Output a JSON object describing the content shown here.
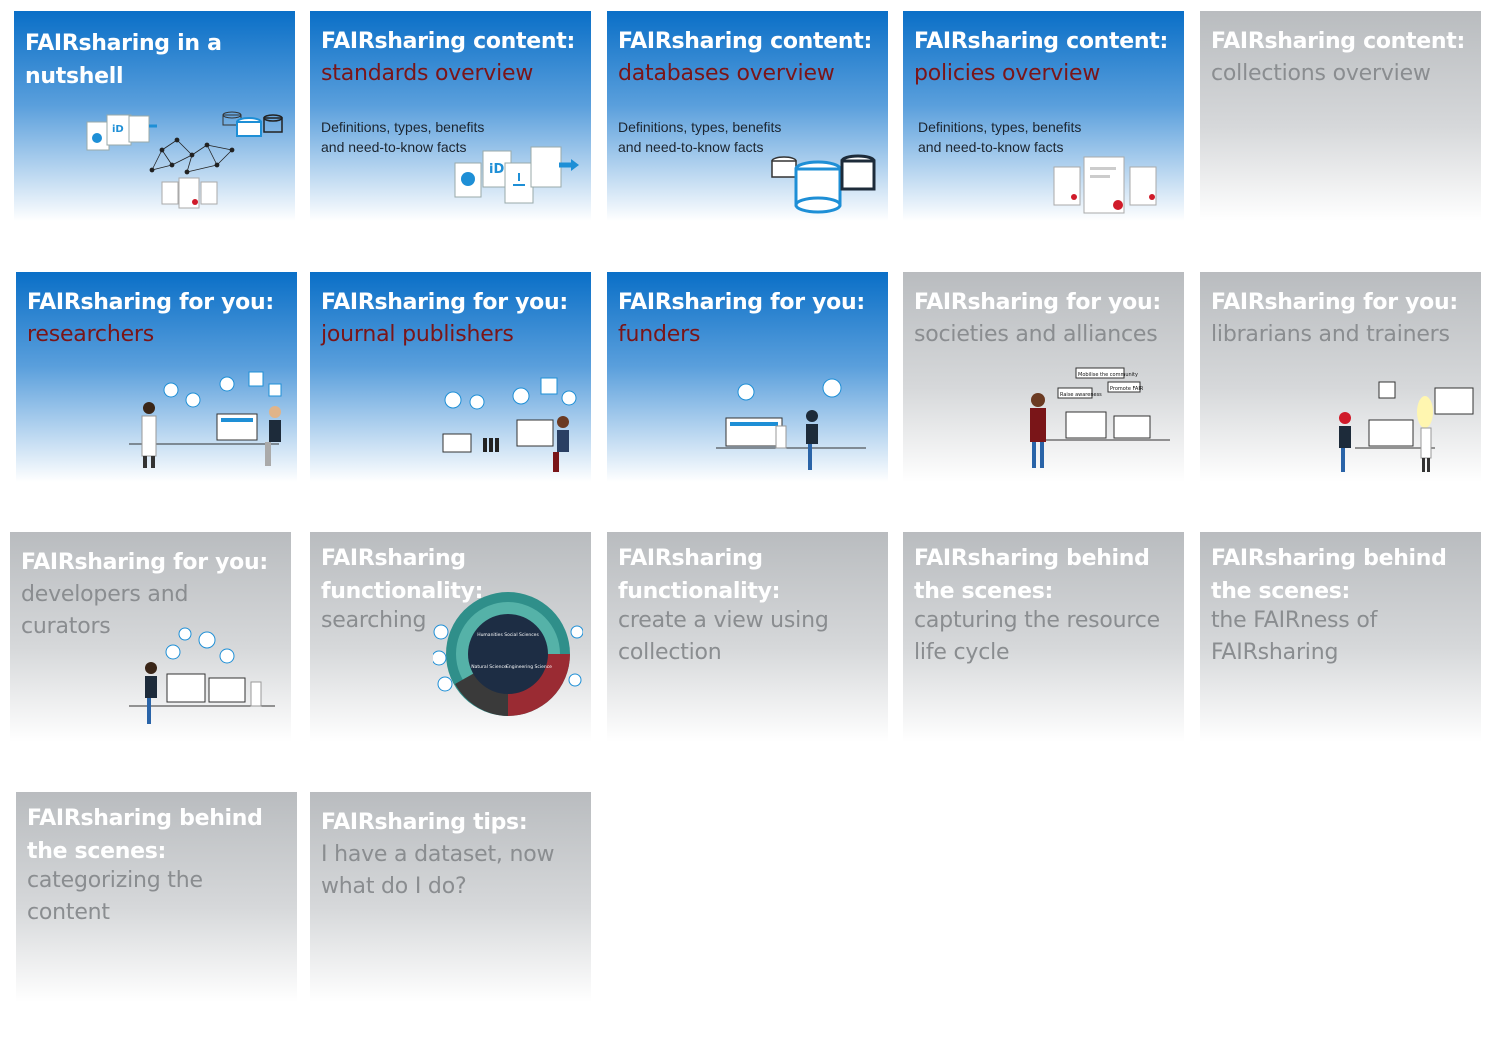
{
  "tiles": [
    {
      "title": "FAIRsharing in a nutshell",
      "subtitle": "",
      "desc1": "",
      "desc2": "",
      "style": "blue",
      "icon": "network-graph-icon"
    },
    {
      "title": "FAIRsharing content:",
      "subtitle": "standards overview",
      "desc1": "Definitions, types, benefits",
      "desc2": "and need-to-know facts",
      "style": "blue",
      "icon": "standards-documents-icon"
    },
    {
      "title": "FAIRsharing content:",
      "subtitle": "databases overview",
      "desc1": "Definitions, types, benefits",
      "desc2": "and need-to-know facts",
      "style": "blue",
      "icon": "database-icon"
    },
    {
      "title": "FAIRsharing content:",
      "subtitle": "policies overview",
      "desc1": "Definitions, types, benefits",
      "desc2": "and need-to-know facts",
      "style": "blue",
      "icon": "policy-documents-icon"
    },
    {
      "title": "FAIRsharing content:",
      "subtitle": "collections overview",
      "desc1": "",
      "desc2": "",
      "style": "grey",
      "icon": ""
    },
    {
      "title": "FAIRsharing for you:",
      "subtitle": "researchers",
      "desc1": "",
      "desc2": "",
      "style": "blue",
      "icon": "researchers-illustration-icon"
    },
    {
      "title": "FAIRsharing for you:",
      "subtitle": "journal publishers",
      "desc1": "",
      "desc2": "",
      "style": "blue",
      "icon": "publisher-illustration-icon"
    },
    {
      "title": "FAIRsharing for you:",
      "subtitle": "funders",
      "desc1": "",
      "desc2": "",
      "style": "blue",
      "icon": "funder-illustration-icon"
    },
    {
      "title": "FAIRsharing for you:",
      "subtitle": "societies and alliances",
      "desc1": "",
      "desc2": "",
      "style": "grey",
      "icon": "society-illustration-icon"
    },
    {
      "title": "FAIRsharing for you:",
      "subtitle": "librarians and trainers",
      "desc1": "",
      "desc2": "",
      "style": "grey",
      "icon": "librarian-illustration-icon"
    },
    {
      "title": "FAIRsharing for you:",
      "subtitle": "developers and curators",
      "desc1": "",
      "desc2": "",
      "style": "grey",
      "icon": "developer-illustration-icon"
    },
    {
      "title": "FAIRsharing functionality:",
      "subtitle": "searching",
      "desc1": "",
      "desc2": "",
      "style": "grey",
      "icon": "sunburst-chart-icon"
    },
    {
      "title": "FAIRsharing functionality:",
      "subtitle": "create a view using collection",
      "desc1": "",
      "desc2": "",
      "style": "grey",
      "icon": ""
    },
    {
      "title": "FAIRsharing behind the scenes:",
      "subtitle": "capturing the resource life cycle",
      "desc1": "",
      "desc2": "",
      "style": "grey",
      "icon": ""
    },
    {
      "title": "FAIRsharing behind the scenes:",
      "subtitle": "the FAIRness of FAIRsharing",
      "desc1": "",
      "desc2": "",
      "style": "grey",
      "icon": ""
    },
    {
      "title": "FAIRsharing behind the scenes:",
      "subtitle": "categorizing the content",
      "desc1": "",
      "desc2": "",
      "style": "grey",
      "icon": ""
    },
    {
      "title": "FAIRsharing tips:",
      "subtitle": "I have a dataset, now what do I do?",
      "desc1": "",
      "desc2": "",
      "style": "grey",
      "icon": ""
    }
  ],
  "sunburst_labels": [
    "Humanities Social Sciences",
    "Natural Science",
    "Engineering Science"
  ],
  "society_labels": [
    "Mobilise the community",
    "Raise awareness",
    "Promote FAIR"
  ],
  "colors": {
    "blue_top": "#0a6fc7",
    "grey_top": "#b9bcbf",
    "subtitle_red": "#7a1518",
    "subtitle_grey": "#8a8d90"
  }
}
